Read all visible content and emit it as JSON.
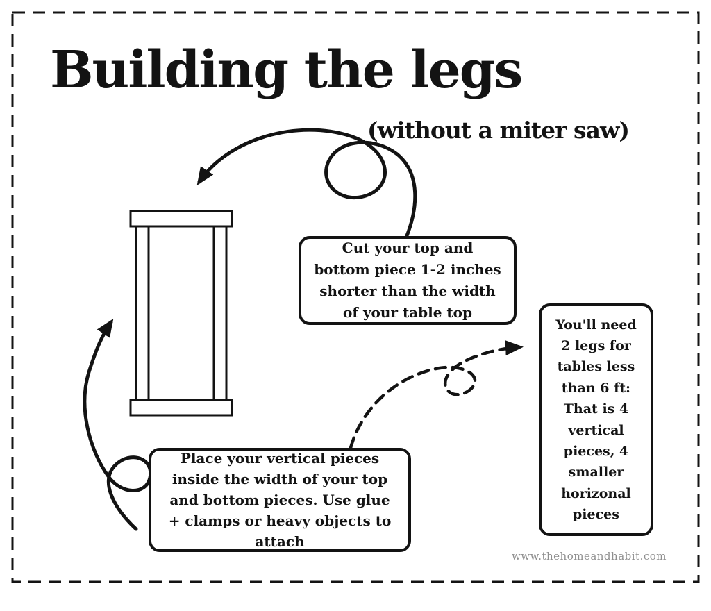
{
  "page": {
    "title": "Building the legs",
    "subtitle": "(without a miter saw)",
    "watermark": "www.thehomeandhabit.com"
  },
  "callouts": {
    "cut": "Cut your top and bottom piece 1-2 inches shorter than the width of your table top",
    "place": "Place your vertical pieces inside the width of your top and bottom pieces. Use glue + clamps or heavy objects to attach",
    "legs": "You'll need 2 legs for tables less than 6 ft: That is 4 vertical pieces, 4 smaller horizonal pieces"
  },
  "icons": {
    "loop_arrow_top": "curved looping arrow pointing to top of leg frame",
    "loop_arrow_left": "curved looping arrow pointing to left side of leg frame",
    "dashed_arrow": "dashed curved arrow pointing to legs-count callout"
  },
  "diagram": {
    "leg_frame": "table leg frame: top and bottom horizontal pieces with two vertical pieces inside"
  },
  "colors": {
    "ink": "#131313",
    "watermark": "#8f8f8f",
    "background": "#ffffff"
  }
}
